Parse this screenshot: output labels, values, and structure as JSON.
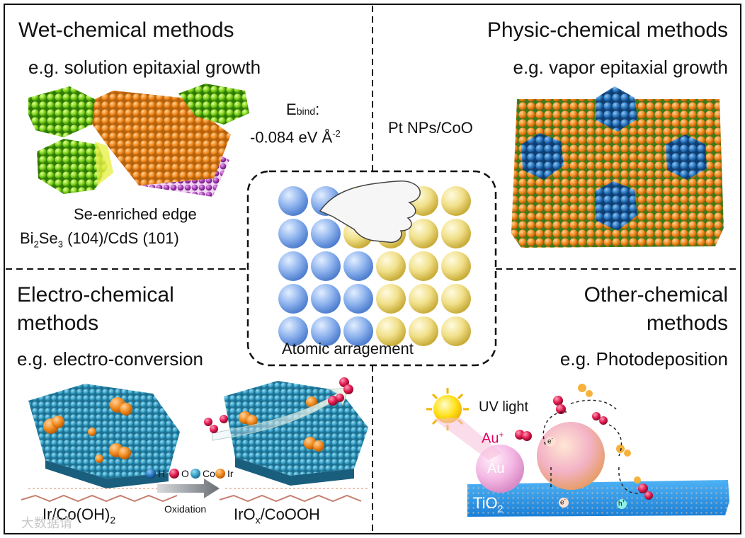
{
  "quadrants": {
    "wet": {
      "title": "Wet-chemical methods",
      "example": "e.g. solution epitaxial growth",
      "ebind_main": "E",
      "ebind_sub": "bind",
      "ebind_colon": ":",
      "ebind_value": "-0.084 eV Å",
      "ebind_sup": "-2",
      "edge_label": "Se-enriched edge",
      "bi": "Bi",
      "bi_sub1": "2",
      "se": "Se",
      "se_sub": "3",
      "interface_rest": " (104)/CdS (101)"
    },
    "physic": {
      "title": "Physic-chemical methods",
      "example": "e.g. vapor epitaxial growth",
      "material_label": "Pt NPs/CoO"
    },
    "electro": {
      "title_line1": "Electro-chemical",
      "title_line2": "methods",
      "example": "e.g. electro-conversion",
      "legend": [
        "H",
        "O",
        "Co",
        "Ir"
      ],
      "arrow_label": "Oxidation",
      "left_label_main": "Ir/Co(OH)",
      "left_label_sub": "2",
      "right_label_main": "IrO",
      "right_label_sub": "x",
      "right_label_rest": "/CoOOH"
    },
    "other": {
      "title_line1": "Other-chemical",
      "title_line2": "methods",
      "example": "e.g. Photodeposition",
      "uv_label": "UV light",
      "au_ion": "Au",
      "au_ion_sup": "+",
      "au_particle": "Au",
      "substrate_main": "TiO",
      "substrate_sub": "2",
      "electron1": "e",
      "electron2": "e",
      "electron_sup": "-",
      "hole": "h",
      "hole_sup": "+"
    }
  },
  "center": {
    "caption": "Atomic arragement"
  },
  "watermark": "大数据请"
}
